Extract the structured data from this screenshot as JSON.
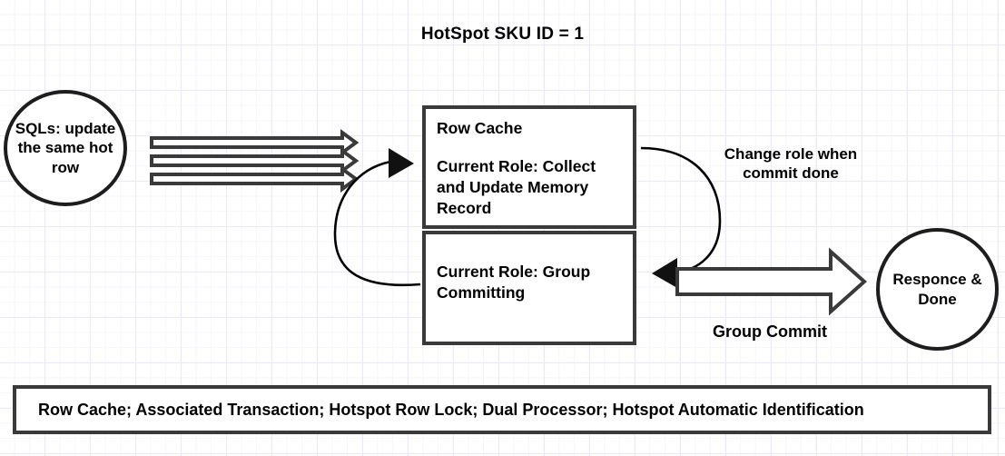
{
  "diagram": {
    "title": "HotSpot SKU ID = 1",
    "nodes": {
      "source_circle": "SQLs: update the same hot row",
      "cache_box": {
        "header": "Row Cache",
        "role_upper": "Current Role: Collect and Update Memory Record",
        "role_lower": "Current Role: Group Committing"
      },
      "result_circle": "Responce & Done"
    },
    "edge_labels": {
      "change_role": "Change role when commit done",
      "group_commit": "Group Commit"
    },
    "footer_banner": "Row Cache; Associated Transaction; Hotspot Row Lock; Dual Processor; Hotspot Automatic Identification",
    "colors": {
      "stroke": "#3a3a3a",
      "circle_stroke": "#1d1d1d",
      "text": "#000000",
      "background": "#ffffff",
      "grid_major": "#e9e9f7",
      "grid_minor": "#f5f5fc"
    }
  }
}
